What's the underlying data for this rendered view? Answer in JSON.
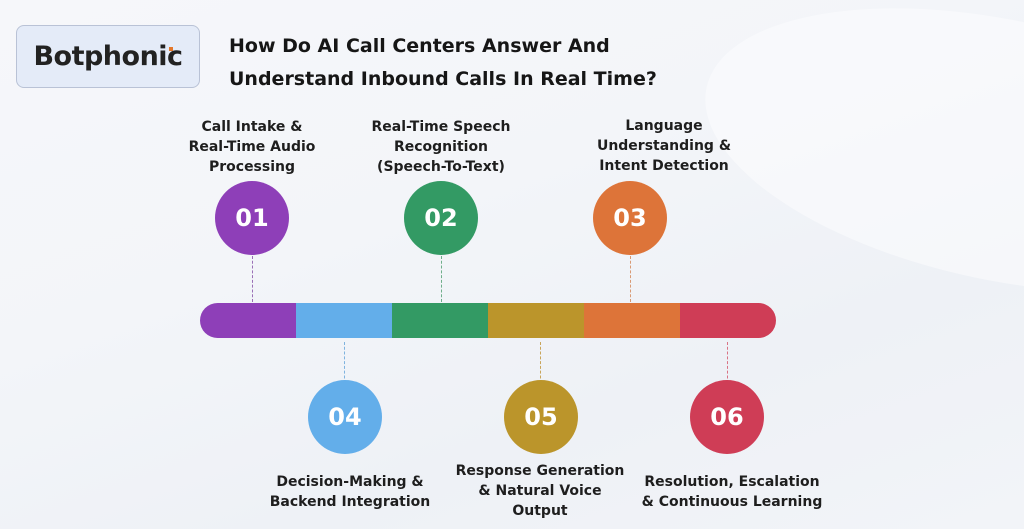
{
  "brand": {
    "name": "Botphonic",
    "accent": "#e4772a"
  },
  "title": {
    "line1": "How Do AI Call Centers Answer And",
    "line2": "Understand Inbound Calls In Real Time?"
  },
  "steps": [
    {
      "number": "01",
      "label_lines": [
        "Call Intake &",
        "Real-Time Audio",
        "Processing"
      ],
      "color": "#8e3fb8",
      "position": "top"
    },
    {
      "number": "02",
      "label_lines": [
        "Real-Time Speech",
        "Recognition",
        "(Speech-To-Text)"
      ],
      "color": "#339a64",
      "position": "top"
    },
    {
      "number": "03",
      "label_lines": [
        "Language",
        "Understanding &",
        "Intent Detection"
      ],
      "color": "#dd7439",
      "position": "top"
    },
    {
      "number": "04",
      "label_lines": [
        "Decision-Making &",
        "Backend Integration"
      ],
      "color": "#63aeea",
      "position": "bottom"
    },
    {
      "number": "05",
      "label_lines": [
        "Response Generation",
        "& Natural Voice",
        "Output"
      ],
      "color": "#bb952b",
      "position": "bottom"
    },
    {
      "number": "06",
      "label_lines": [
        "Resolution, Escalation",
        "& Continuous Learning"
      ],
      "color": "#cf3d56",
      "position": "bottom"
    }
  ],
  "bar_segments": [
    "#8e3fb8",
    "#63aeea",
    "#339a64",
    "#bb952b",
    "#dd7439",
    "#cf3d56"
  ]
}
